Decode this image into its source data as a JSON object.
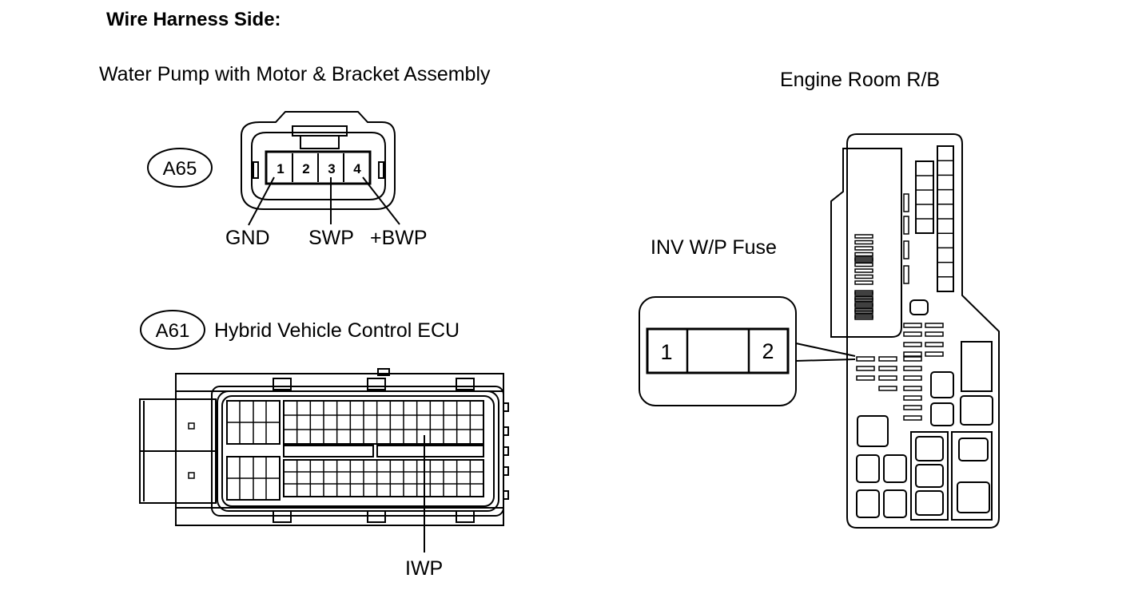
{
  "header": {
    "title": "Wire Harness Side:"
  },
  "water_pump": {
    "caption": "Water Pump with Motor & Bracket Assembly",
    "connector_id": "A65",
    "pins": [
      "1",
      "2",
      "3",
      "4"
    ],
    "terminals": {
      "gnd": "GND",
      "swp": "SWP",
      "bwp": "+BWP"
    }
  },
  "ecu": {
    "connector_id": "A61",
    "caption": "Hybrid Vehicle Control ECU",
    "terminal": "IWP"
  },
  "relay_block": {
    "caption": "Engine Room R/B",
    "fuse_label": "INV W/P Fuse",
    "fuse_pins": [
      "1",
      "2"
    ]
  }
}
